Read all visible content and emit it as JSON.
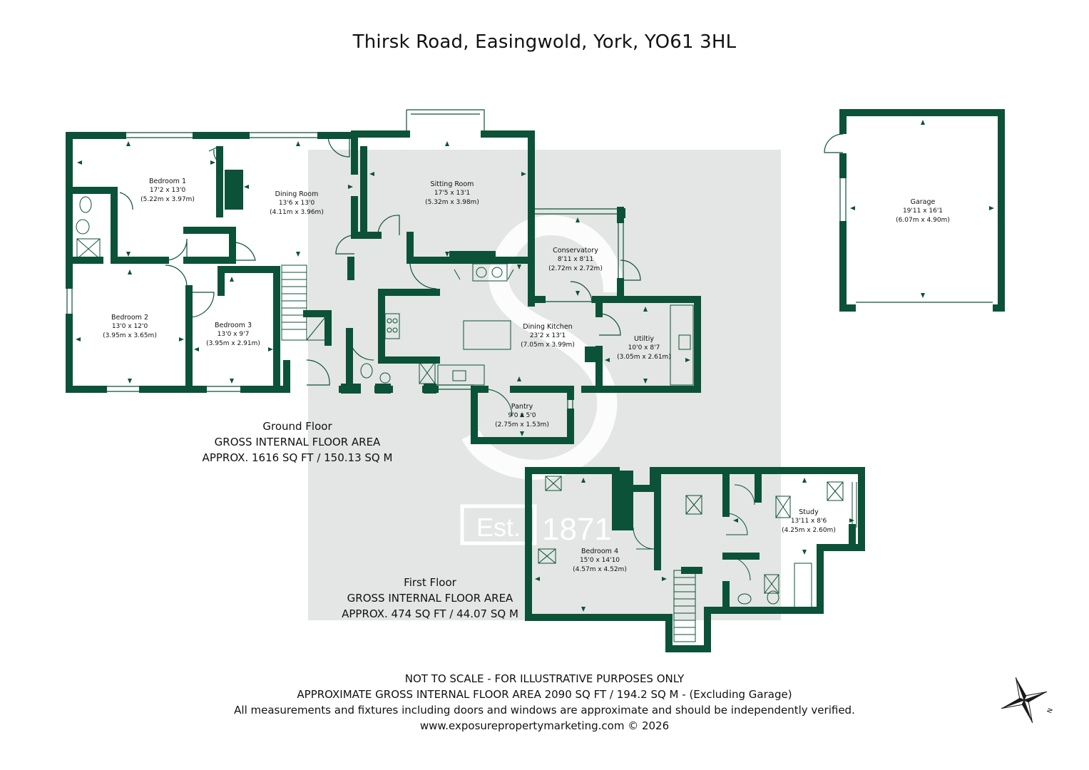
{
  "title": "Thirsk Road, Easingwold, York, YO61 3HL",
  "colors": {
    "wall": "#0b5238",
    "watermark": "#e3e6e4",
    "fixture": "#8a9a90",
    "text": "#111111"
  },
  "watermark": {
    "est": "Est.",
    "year": "1871",
    "letter": "S"
  },
  "rooms": {
    "bedroom1": {
      "name": "Bedroom 1",
      "imperial": "17'2 x 13'0",
      "metric": "(5.22m x 3.97m)"
    },
    "dining_room": {
      "name": "Dining Room",
      "imperial": "13'6 x 13'0",
      "metric": "(4.11m x 3.96m)"
    },
    "sitting_room": {
      "name": "Sitting Room",
      "imperial": "17'5 x 13'1",
      "metric": "(5.32m x 3.98m)"
    },
    "conservatory": {
      "name": "Conservatory",
      "imperial": "8'11 x 8'11",
      "metric": "(2.72m x 2.72m)"
    },
    "bedroom2": {
      "name": "Bedroom 2",
      "imperial": "13'0 x 12'0",
      "metric": "(3.95m x 3.65m)"
    },
    "bedroom3": {
      "name": "Bedroom 3",
      "imperial": "13'0 x 9'7",
      "metric": "(3.95m x 2.91m)"
    },
    "dining_kitchen": {
      "name": "Dining Kitchen",
      "imperial": "23'2 x 13'1",
      "metric": "(7.05m x 3.99m)"
    },
    "utility": {
      "name": "Utiltiy",
      "imperial": "10'0 x 8'7",
      "metric": "(3.05m x 2.61m)"
    },
    "pantry": {
      "name": "Pantry",
      "imperial": "9'0 x 5'0",
      "metric": "(2.75m x 1.53m)"
    },
    "garage": {
      "name": "Garage",
      "imperial": "19'11 x 16'1",
      "metric": "(6.07m x 4.90m)"
    },
    "bedroom4": {
      "name": "Bedroom 4",
      "imperial": "15'0 x 14'10",
      "metric": "(4.57m x 4.52m)"
    },
    "study": {
      "name": "Study",
      "imperial": "13'11 x 8'6",
      "metric": "(4.25m x 2.60m)"
    }
  },
  "ground_floor": {
    "label": "Ground Floor",
    "area_title": "GROSS INTERNAL FLOOR AREA",
    "area": "APPROX. 1616 SQ FT / 150.13 SQ M"
  },
  "first_floor": {
    "label": "First Floor",
    "area_title": "GROSS INTERNAL FLOOR AREA",
    "area": "APPROX. 474 SQ FT / 44.07 SQ M"
  },
  "footer": {
    "line1": "NOT TO SCALE - FOR ILLUSTRATIVE PURPOSES ONLY",
    "line2": "APPROXIMATE GROSS INTERNAL FLOOR AREA 2090 SQ FT / 194.2 SQ M - (Excluding Garage)",
    "line3": "All measurements and fixtures including doors and windows are approximate and should be independently verified.",
    "line4": "www.exposurepropertymarketing.com © 2026"
  },
  "compass": {
    "icon": "compass-icon",
    "letter": "N"
  }
}
